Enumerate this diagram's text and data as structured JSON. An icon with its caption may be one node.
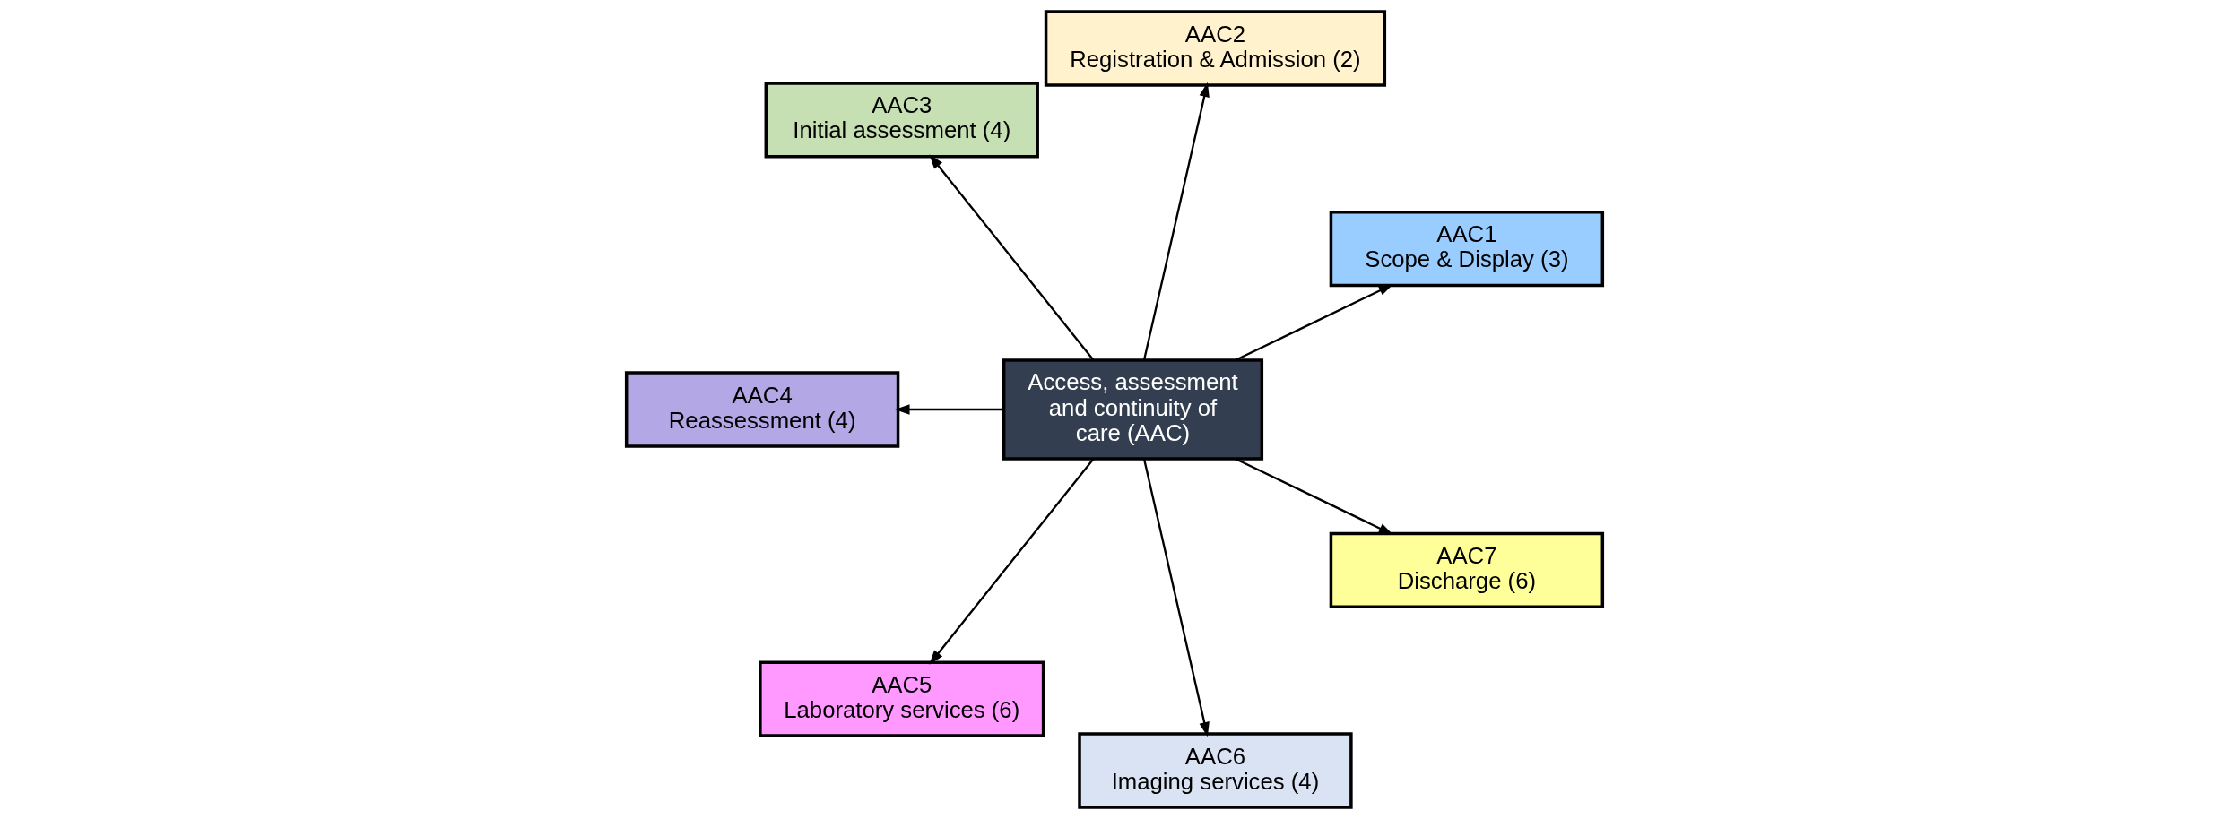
{
  "diagram": {
    "nodes": [
      {
        "text": [
          "Access, assessment and continuity of care (AAC)"
        ]
      },
      {
        "text": [
          "AAC1",
          "Scope & Display (3)"
        ]
      },
      {
        "text": [
          "AAC2",
          "Registration & Admission (2)"
        ]
      },
      {
        "text": [
          "AAC3",
          "Initial assessment (4)"
        ]
      },
      {
        "text": [
          "AAC4",
          "Reassessment (4)"
        ]
      },
      {
        "text": [
          "AAC5",
          "Laboratory services (6)"
        ]
      },
      {
        "text": [
          "AAC6",
          "Imaging services (4)"
        ]
      },
      {
        "text": [
          "AAC7",
          "Discharge (6)"
        ]
      }
    ],
    "edges": [
      {
        "from": 0,
        "to": 1,
        "arrow": "to"
      },
      {
        "from": 0,
        "to": 2,
        "arrow": "to"
      },
      {
        "from": 0,
        "to": 3,
        "arrow": "to"
      },
      {
        "from": 0,
        "to": 4,
        "arrow": "to"
      },
      {
        "from": 0,
        "to": 5,
        "arrow": "to"
      },
      {
        "from": 0,
        "to": 6,
        "arrow": "to"
      },
      {
        "from": 0,
        "to": 7,
        "arrow": "to"
      }
    ]
  }
}
